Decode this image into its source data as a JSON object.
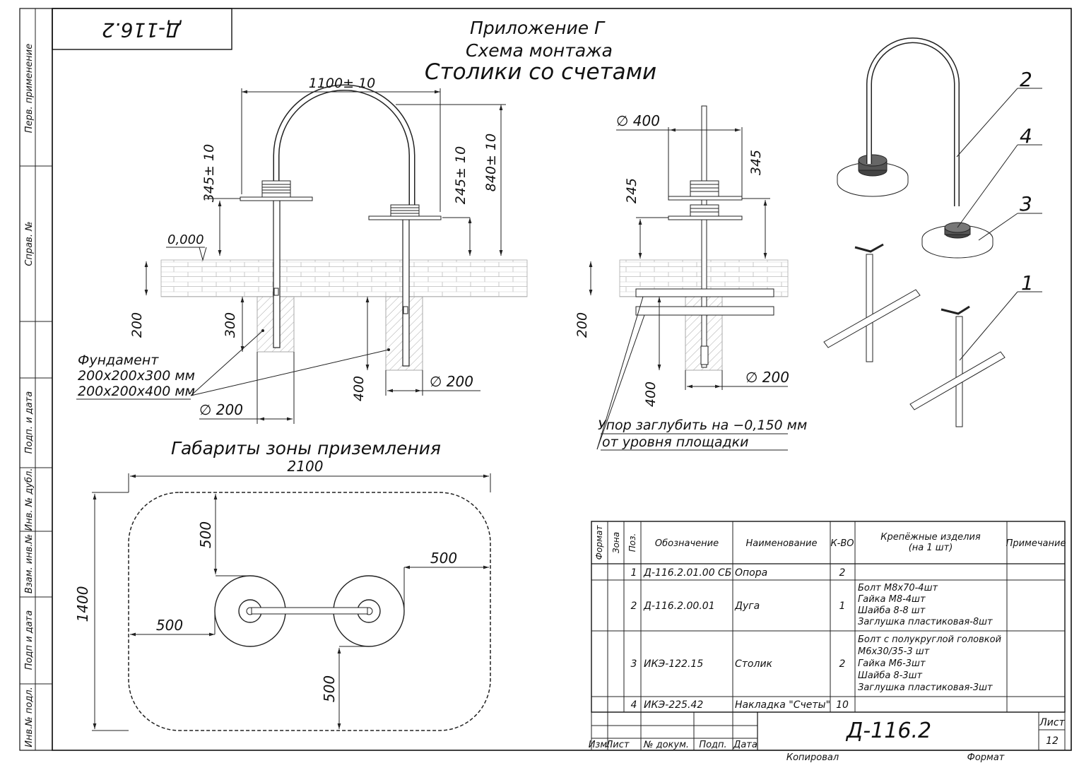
{
  "header": {
    "stamp": "Д-116.2",
    "line1": "Приложение Г",
    "line2": "Схема монтажа",
    "title": "Столики со счетами"
  },
  "side_labels": [
    "Перв. применение",
    "Справ. №",
    "Подп. и дата",
    "Инв. № дубл.",
    "Взам. инв.№",
    "Подп и дата",
    "Инв.№ подл."
  ],
  "front_view": {
    "dim_width": "1100± 10",
    "dim_h1": "345± 10",
    "dim_h2": "245± 10",
    "dim_h3": "840± 10",
    "level": "0,000",
    "dim_base": "200",
    "dim_f1": "300",
    "dim_f2": "400",
    "diam1": "∅ 200",
    "diam2": "∅ 200",
    "foundation_title": "Фундамент",
    "foundation_1": "200х200х300 мм",
    "foundation_2": "200х200х400 мм"
  },
  "side_view": {
    "diam_top": "∅ 400",
    "dim_345": "345",
    "dim_245": "245",
    "dim_200": "200",
    "dim_400": "400",
    "diam_bottom": "∅ 200",
    "note_1": "Упор заглубить на −0,150 мм",
    "note_2": "от уровня площадки"
  },
  "iso_callouts": [
    "2",
    "4",
    "3",
    "1"
  ],
  "zone": {
    "title": "Габариты зоны приземления",
    "width": "2100",
    "height": "1400",
    "gap_top": "500",
    "gap_right": "500",
    "gap_left": "500",
    "gap_bottom": "500"
  },
  "spec_table": {
    "headers": {
      "format": "Формат",
      "zone": "Зона",
      "pos": "Поз.",
      "designation": "Обозначение",
      "name": "Наименование",
      "qty": "К-ВО",
      "fasteners": "Крепёжные изделия",
      "fasteners_sub": "(на 1 шт)",
      "note": "Примечание"
    },
    "rows": [
      {
        "pos": "1",
        "designation": "Д-116.2.01.00 СБ",
        "name": "Опора",
        "qty": "2",
        "fasteners": []
      },
      {
        "pos": "2",
        "designation": "Д-116.2.00.01",
        "name": "Дуга",
        "qty": "1",
        "fasteners": [
          "Болт М8х70-4шт",
          "Гайка М8-4шт",
          "Шайба 8-8 шт",
          "Заглушка пластиковая-8шт"
        ]
      },
      {
        "pos": "3",
        "designation": "ИКЭ-122.15",
        "name": "Столик",
        "qty": "2",
        "fasteners": [
          "Болт с полукруглой головкой",
          "М6х30/35-3 шт",
          "Гайка М6-3шт",
          "Шайба 8-3шт",
          "Заглушка пластиковая-3шт"
        ]
      },
      {
        "pos": "4",
        "designation": "ИКЭ-225.42",
        "name": "Накладка \"Счеты\"",
        "qty": "10",
        "fasteners": []
      }
    ]
  },
  "title_block": {
    "doc_code": "Д-116.2",
    "sheet_label": "Лист",
    "sheet_num": "12",
    "col_izm": "Изм.",
    "col_list": "Лист",
    "col_docnum": "№ докум.",
    "col_sign": "Подп.",
    "col_date": "Дата",
    "copied": "Копировал",
    "format": "Формат"
  }
}
